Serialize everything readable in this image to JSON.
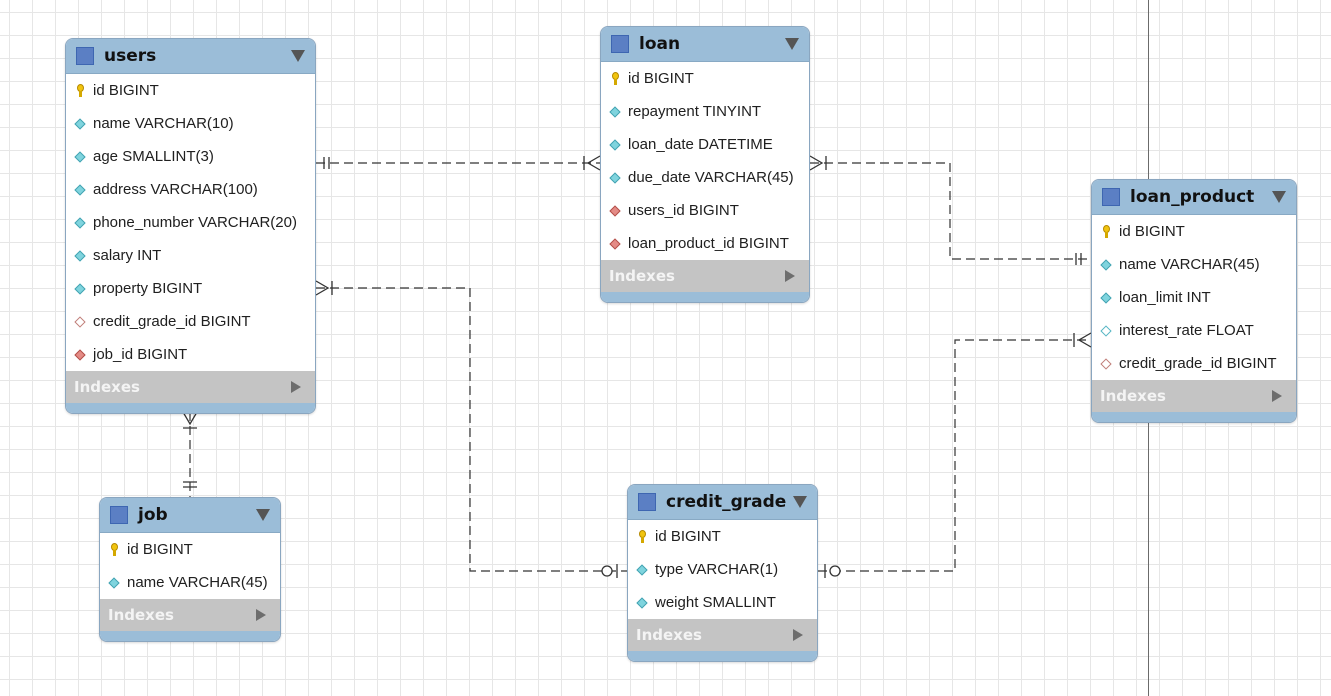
{
  "entities": {
    "users": {
      "title": "users",
      "indexes_label": "Indexes",
      "columns": [
        {
          "text": "id BIGINT",
          "icon": "primary-key-icon"
        },
        {
          "text": "name VARCHAR(10)",
          "icon": "column-diamond-icon"
        },
        {
          "text": "age SMALLINT(3)",
          "icon": "column-diamond-icon"
        },
        {
          "text": "address VARCHAR(100)",
          "icon": "column-diamond-icon"
        },
        {
          "text": "phone_number VARCHAR(20)",
          "icon": "column-diamond-icon"
        },
        {
          "text": "salary INT",
          "icon": "column-diamond-icon"
        },
        {
          "text": "property BIGINT",
          "icon": "column-diamond-icon"
        },
        {
          "text": "credit_grade_id BIGINT",
          "icon": "nullable-foreign-key-icon"
        },
        {
          "text": "job_id BIGINT",
          "icon": "foreign-key-icon"
        }
      ]
    },
    "loan": {
      "title": "loan",
      "indexes_label": "Indexes",
      "columns": [
        {
          "text": "id BIGINT",
          "icon": "primary-key-icon"
        },
        {
          "text": "repayment TINYINT",
          "icon": "column-diamond-icon"
        },
        {
          "text": "loan_date DATETIME",
          "icon": "column-diamond-icon"
        },
        {
          "text": "due_date VARCHAR(45)",
          "icon": "column-diamond-icon"
        },
        {
          "text": "users_id BIGINT",
          "icon": "foreign-key-icon"
        },
        {
          "text": "loan_product_id BIGINT",
          "icon": "foreign-key-icon"
        }
      ]
    },
    "loan_product": {
      "title": "loan_product",
      "indexes_label": "Indexes",
      "columns": [
        {
          "text": "id BIGINT",
          "icon": "primary-key-icon"
        },
        {
          "text": "name VARCHAR(45)",
          "icon": "column-diamond-icon"
        },
        {
          "text": "loan_limit INT",
          "icon": "column-diamond-icon"
        },
        {
          "text": "interest_rate FLOAT",
          "icon": "nullable-column-icon"
        },
        {
          "text": "credit_grade_id BIGINT",
          "icon": "nullable-foreign-key-icon"
        }
      ]
    },
    "job": {
      "title": "job",
      "indexes_label": "Indexes",
      "columns": [
        {
          "text": "id BIGINT",
          "icon": "primary-key-icon"
        },
        {
          "text": "name VARCHAR(45)",
          "icon": "column-diamond-icon"
        }
      ]
    },
    "credit_grade": {
      "title": "credit_grade",
      "indexes_label": "Indexes",
      "columns": [
        {
          "text": "id BIGINT",
          "icon": "primary-key-icon"
        },
        {
          "text": "type VARCHAR(1)",
          "icon": "column-diamond-icon"
        },
        {
          "text": "weight SMALLINT",
          "icon": "column-diamond-icon"
        }
      ]
    }
  },
  "colors": {
    "header": "#9bbdd8",
    "indexes_bar": "#c4c4c4",
    "relationship_line": "#333333",
    "primary_key": "#f1c40f",
    "column": "#7fd4de",
    "foreign_key": "#e48b86"
  }
}
